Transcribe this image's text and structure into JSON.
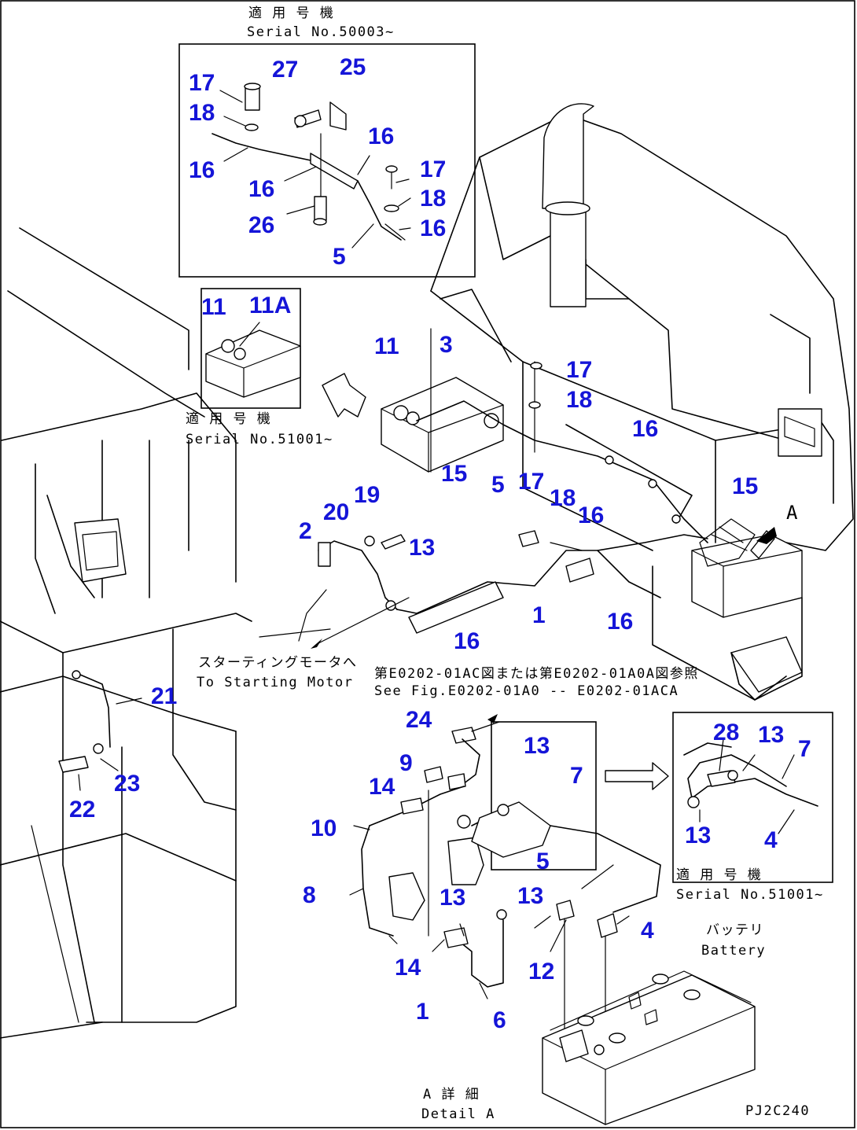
{
  "notes": {
    "serial_50003_jp": "適 用 号 機",
    "serial_50003_en": "Serial No.50003~",
    "serial_51001_jp": "適 用 号 機",
    "serial_51001_en": "Serial  No.51001~",
    "starting_motor_jp": "スターティングモータへ",
    "starting_motor_en": "To Starting Motor",
    "see_fig_jp": "第E0202-01AC図または第E0202-01A0A図参照",
    "see_fig_en": "See Fig.E0202-01A0 -- E0202-01ACA",
    "serial_51001b_jp": "適 用 号 機",
    "serial_51001b_en": "Serial No.51001~",
    "battery_jp": "バッテリ",
    "battery_en": "Battery",
    "detail_jp": "A 詳 細",
    "detail_en": "Detail A",
    "view_a": "A",
    "drawing_id": "PJ2C240"
  },
  "callouts": {
    "c_17_a": "17",
    "c_27": "27",
    "c_25": "25",
    "c_18_a": "18",
    "c_16_a": "16",
    "c_16_b": "16",
    "c_16_c": "16",
    "c_17_b": "17",
    "c_18_b": "18",
    "c_26": "26",
    "c_16_d": "16",
    "c_5_a": "5",
    "c_11_a": "11",
    "c_11A": "11A",
    "c_11_b": "11",
    "c_3": "3",
    "c_17_c": "17",
    "c_18_c": "18",
    "c_16_e": "16",
    "c_15_a": "15",
    "c_5_b": "5",
    "c_17_d": "17",
    "c_15_b": "15",
    "c_18_d": "18",
    "c_16_f": "16",
    "c_19": "19",
    "c_20": "20",
    "c_2": "2",
    "c_13_a": "13",
    "c_1_a": "1",
    "c_16_g": "16",
    "c_16_h": "16",
    "c_21": "21",
    "c_23": "23",
    "c_22": "22",
    "c_24": "24",
    "c_9": "9",
    "c_13_b": "13",
    "c_7_a": "7",
    "c_14_a": "14",
    "c_28": "28",
    "c_13_c": "13",
    "c_7_b": "7",
    "c_10": "10",
    "c_13_d": "13",
    "c_4_a": "4",
    "c_5_c": "5",
    "c_8": "8",
    "c_13_e": "13",
    "c_13_f": "13",
    "c_4_b": "4",
    "c_14_b": "14",
    "c_12": "12",
    "c_1_b": "1",
    "c_6": "6"
  }
}
